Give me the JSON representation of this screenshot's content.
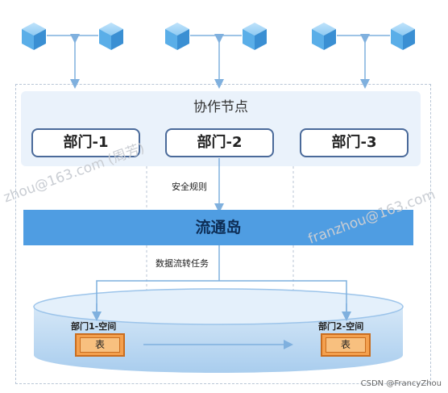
{
  "collab_section": {
    "title": "协作节点"
  },
  "departments": [
    "部门-1",
    "部门-2",
    "部门-3"
  ],
  "labels": {
    "security_rule": "安全规则",
    "island": "流通岛",
    "data_task": "数据流转任务"
  },
  "spaces": [
    {
      "label": "部门1-空间",
      "table": "表"
    },
    {
      "label": "部门2-空间",
      "table": "表"
    }
  ],
  "watermarks": [
    "zhou@163.com (周芳)",
    "franzhou@163.com"
  ],
  "credit": "CSDN @FrancyZhou",
  "colors": {
    "cube": "#5aaee8",
    "island": "#4f9de2",
    "collab_bg": "#eaf2fb",
    "table": "#f4a04e",
    "arrow": "#7fb0de"
  }
}
